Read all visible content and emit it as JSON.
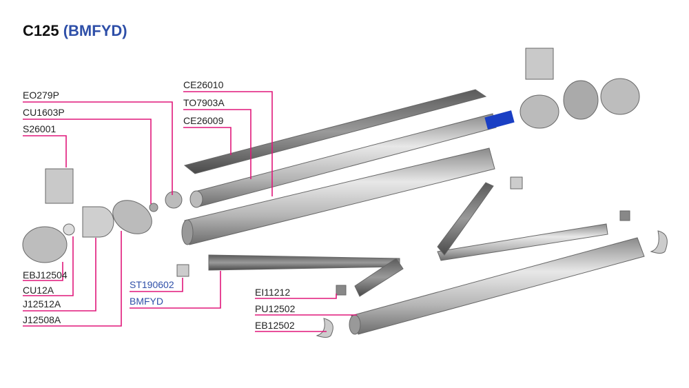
{
  "title": {
    "code": "C125",
    "model": "(BMFYD)"
  },
  "labels": {
    "EO279P": "EO279P",
    "CU1603P": "CU1603P",
    "S26001": "S26001",
    "CE26010": "CE26010",
    "TO7903A": "TO7903A",
    "CE26009": "CE26009",
    "EBJ12504": "EBJ12504",
    "CU12A": "CU12A",
    "J12512A": "J12512A",
    "J12508A": "J12508A",
    "ST190602": "ST190602",
    "BMFYD": "BMFYD",
    "EI11212": "EI11212",
    "PU12502": "PU12502",
    "EB12502": "EB12502"
  },
  "colors": {
    "leader": "#e0177a",
    "accent": "#2e4fa8",
    "motor": "#1a3fc4"
  }
}
